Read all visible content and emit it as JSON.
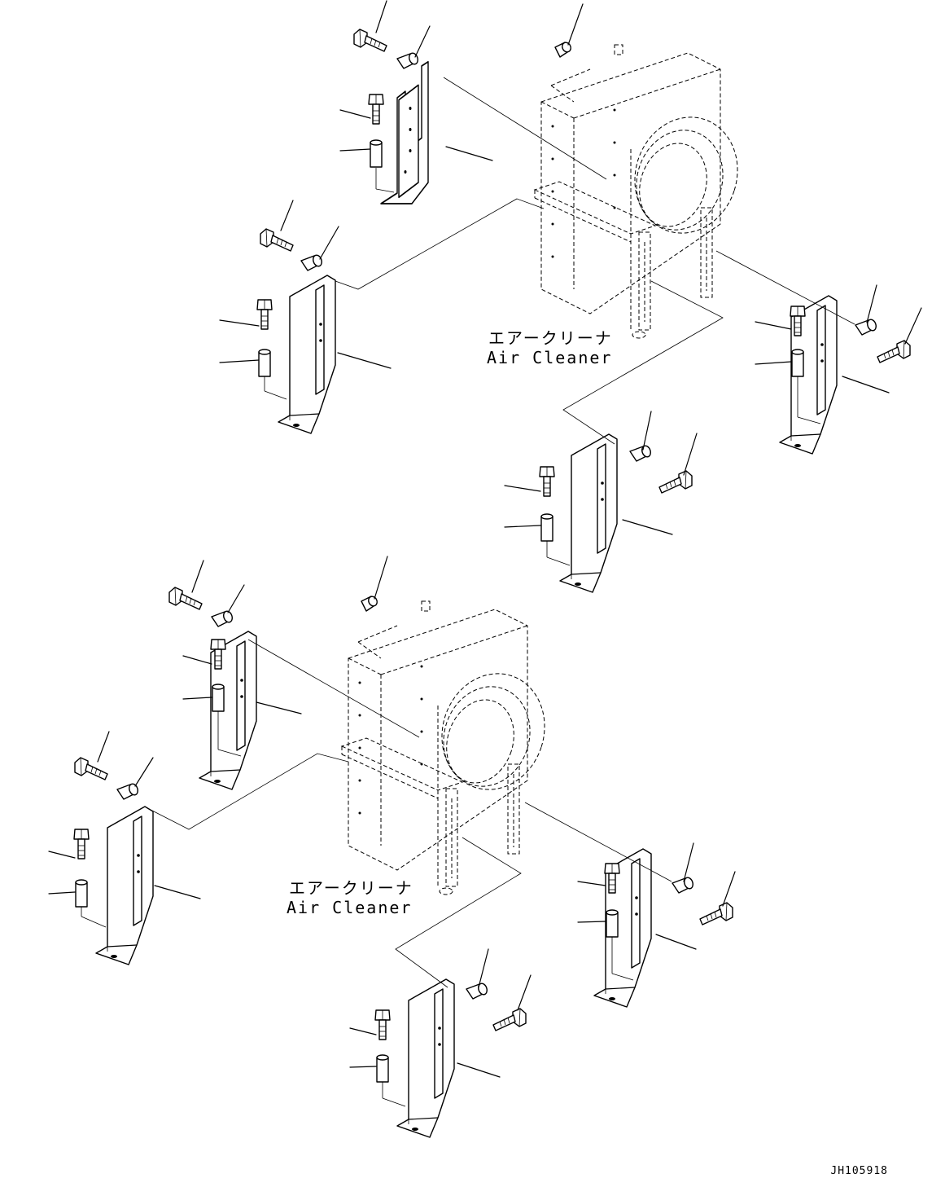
{
  "labels": {
    "upper": {
      "jp": "エアークリーナ",
      "en": "Air Cleaner"
    },
    "lower": {
      "jp": "エアークリーナ",
      "en": "Air Cleaner"
    }
  },
  "drawing_code": "JH105918"
}
